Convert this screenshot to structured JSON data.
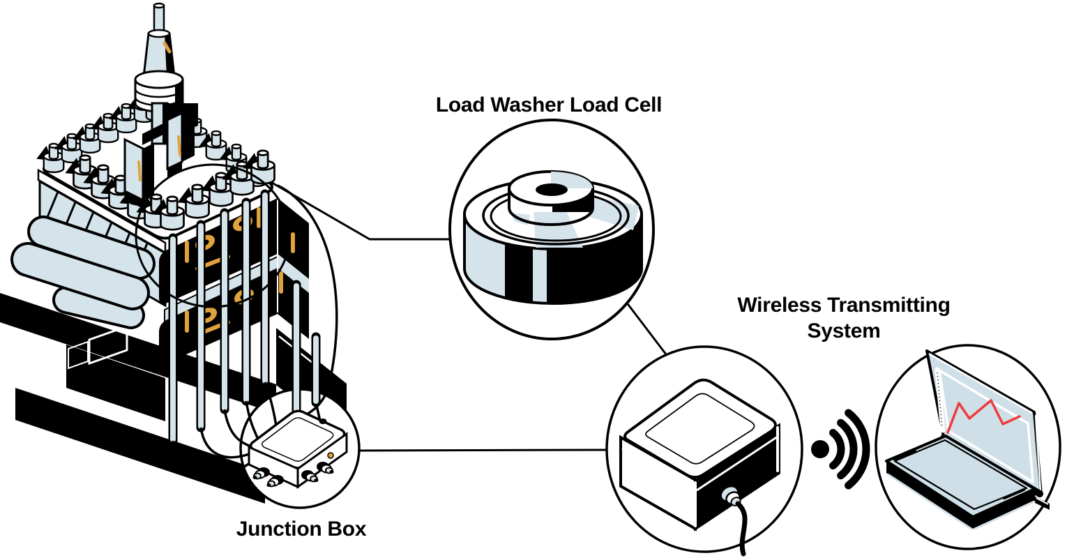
{
  "diagram": {
    "labels": {
      "load_cell": "Load Washer Load Cell",
      "wireless_line1": "Wireless Transmitting",
      "wireless_line2": "System",
      "junction_box": "Junction Box"
    },
    "icons": [
      "wifi-signal-icon",
      "bnc-connector-icon",
      "cable-connector-icon"
    ],
    "illustrations": [
      "anchor-test-rig",
      "load-washer-load-cell",
      "junction-box",
      "wireless-transmitter-box",
      "laptop-with-signal-chart"
    ]
  },
  "colors": {
    "outline": "#000000",
    "paper": "#ffffff",
    "light_blue": "#d5e3eb",
    "screen_blue": "#cfdfe8",
    "orange": "#e0a23c",
    "chart_red": "#ee3b3b"
  }
}
